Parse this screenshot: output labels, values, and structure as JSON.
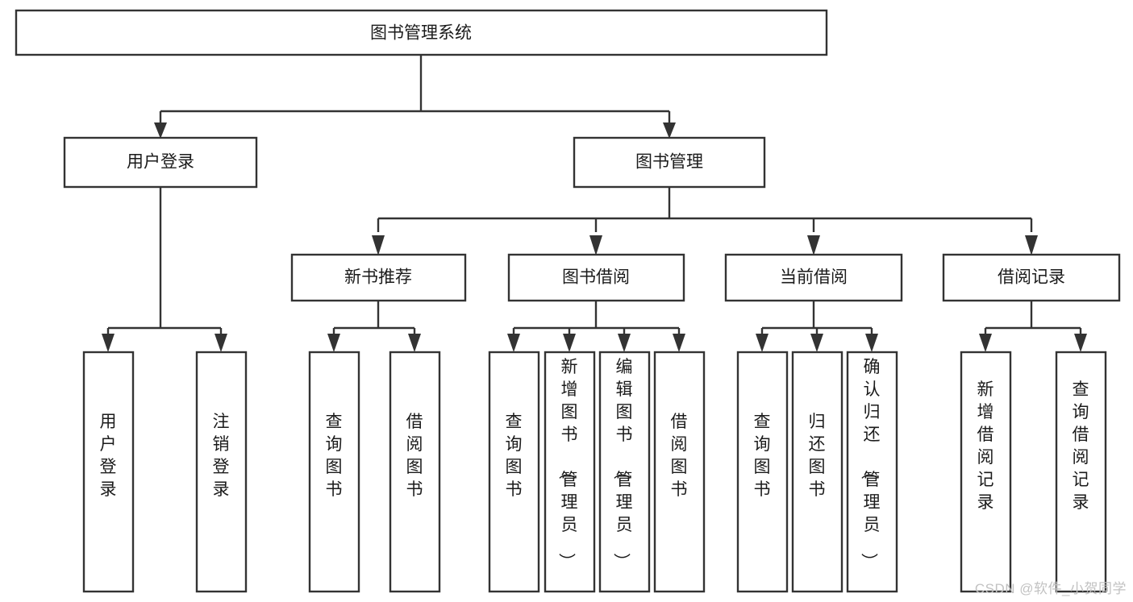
{
  "diagram": {
    "type": "tree-hierarchy",
    "orientation": "top-down",
    "title": "图书管理系统",
    "colors": {
      "box_stroke": "#333333",
      "box_fill": "#ffffff",
      "text": "#1b1b1b",
      "connector": "#333333",
      "watermark": "#c2c2c2",
      "background": "#ffffff"
    },
    "levels": [
      {
        "level": 0,
        "nodes": [
          {
            "id": "root",
            "label": "图书管理系统",
            "orientation": "horizontal"
          }
        ]
      },
      {
        "level": 1,
        "nodes": [
          {
            "id": "login",
            "label": "用户登录",
            "orientation": "horizontal",
            "parent": "root"
          },
          {
            "id": "bookmgmt",
            "label": "图书管理",
            "orientation": "horizontal",
            "parent": "root"
          }
        ]
      },
      {
        "level": 2,
        "nodes": [
          {
            "id": "newbook",
            "label": "新书推荐",
            "orientation": "horizontal",
            "parent": "bookmgmt"
          },
          {
            "id": "borrow",
            "label": "图书借阅",
            "orientation": "horizontal",
            "parent": "bookmgmt"
          },
          {
            "id": "current",
            "label": "当前借阅",
            "orientation": "horizontal",
            "parent": "bookmgmt"
          },
          {
            "id": "records",
            "label": "借阅记录",
            "orientation": "horizontal",
            "parent": "bookmgmt"
          }
        ]
      },
      {
        "level": 3,
        "nodes": [
          {
            "id": "leaf-user-login",
            "label": "用户登录",
            "orientation": "vertical",
            "parent": "login"
          },
          {
            "id": "leaf-user-logout",
            "label": "注销登录",
            "orientation": "vertical",
            "parent": "login"
          },
          {
            "id": "leaf-query-book-1",
            "label": "查询图书",
            "orientation": "vertical",
            "parent": "newbook"
          },
          {
            "id": "leaf-borrow-book-1",
            "label": "借阅图书",
            "orientation": "vertical",
            "parent": "newbook"
          },
          {
            "id": "leaf-query-book-2",
            "label": "查询图书",
            "orientation": "vertical",
            "parent": "borrow"
          },
          {
            "id": "leaf-add-book",
            "label": "新增图书（管理员）",
            "orientation": "vertical",
            "parent": "borrow"
          },
          {
            "id": "leaf-edit-book",
            "label": "编辑图书（管理员）",
            "orientation": "vertical",
            "parent": "borrow"
          },
          {
            "id": "leaf-borrow-book-2",
            "label": "借阅图书",
            "orientation": "vertical",
            "parent": "borrow"
          },
          {
            "id": "leaf-query-book-3",
            "label": "查询图书",
            "orientation": "vertical",
            "parent": "current"
          },
          {
            "id": "leaf-return-book",
            "label": "归还图书",
            "orientation": "vertical",
            "parent": "current"
          },
          {
            "id": "leaf-confirm-return",
            "label": "确认归还（管理员）",
            "orientation": "vertical",
            "parent": "current"
          },
          {
            "id": "leaf-add-record",
            "label": "新增借阅记录",
            "orientation": "vertical",
            "parent": "records"
          },
          {
            "id": "leaf-query-record",
            "label": "查询借阅记录",
            "orientation": "vertical",
            "parent": "records"
          }
        ]
      }
    ]
  },
  "watermark": {
    "text": "CSDN @软件_小贺同学"
  }
}
